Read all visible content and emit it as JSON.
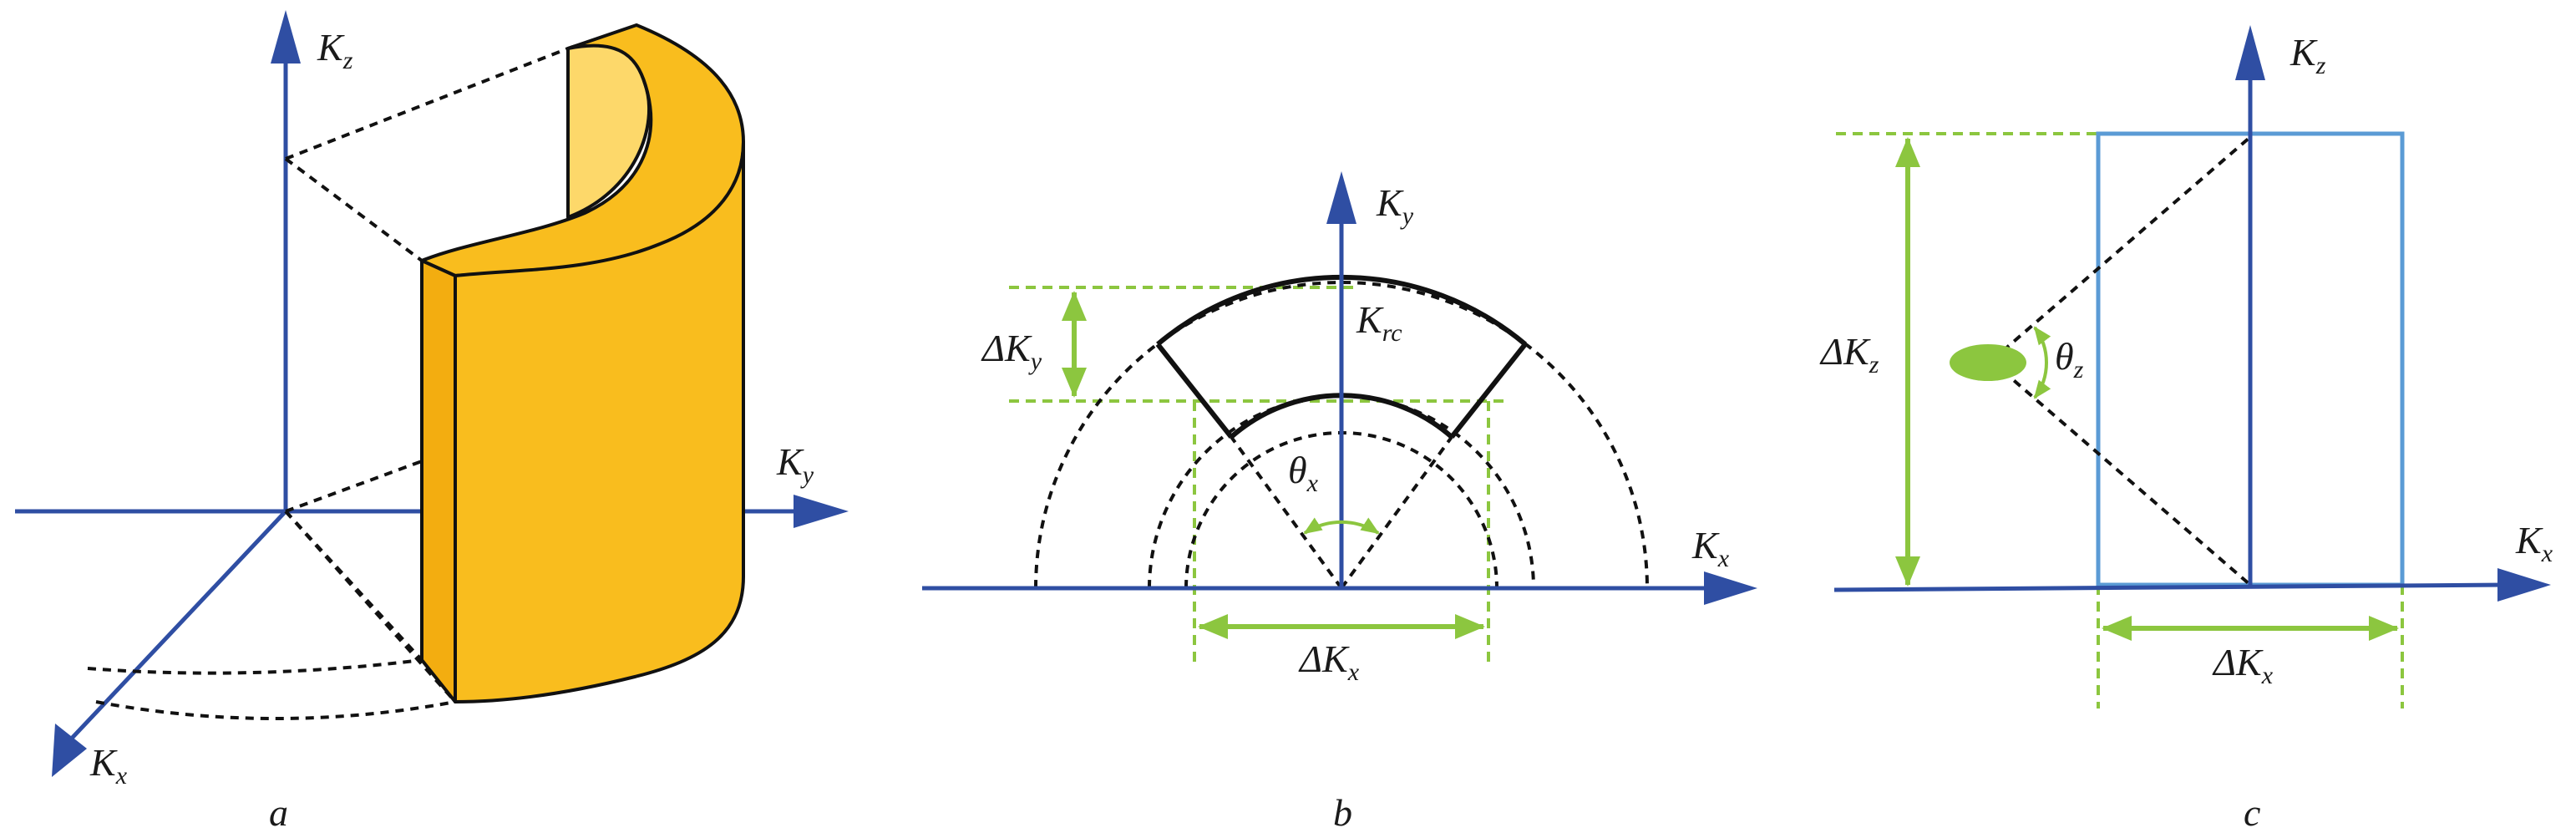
{
  "colors": {
    "axis": "#2f4ea3",
    "green": "#8cc63f",
    "gold": "#f9bd1e",
    "gold_light": "#fdd86a",
    "box": "#5b9bd5",
    "black": "#111111"
  },
  "panel_a": {
    "label": "a",
    "kz": {
      "main": "K",
      "sub": "z"
    },
    "ky": {
      "main": "K",
      "sub": "y"
    },
    "kx": {
      "main": "K",
      "sub": "x"
    }
  },
  "panel_b": {
    "label": "b",
    "ky": {
      "main": "K",
      "sub": "y"
    },
    "kx": {
      "main": "K",
      "sub": "x"
    },
    "krc": {
      "main": "K",
      "sub": "rc"
    },
    "theta": {
      "main": "θ",
      "sub": "x"
    },
    "dky": {
      "main": "ΔK",
      "sub": "y"
    },
    "dkx": {
      "main": "ΔK",
      "sub": "x"
    }
  },
  "panel_c": {
    "label": "c",
    "kz": {
      "main": "K",
      "sub": "z"
    },
    "kx": {
      "main": "K",
      "sub": "x"
    },
    "theta": {
      "main": "θ",
      "sub": "z"
    },
    "dkz": {
      "main": "ΔK",
      "sub": "z"
    },
    "dkx": {
      "main": "ΔK",
      "sub": "x"
    }
  }
}
